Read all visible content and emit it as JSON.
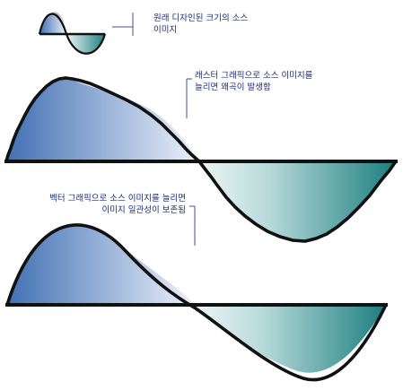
{
  "captions": {
    "original": {
      "line1": "원래 디자인된 크기의 소스",
      "line2": "이미지"
    },
    "raster": {
      "line1": "래스터 그래픽으로 소스 이미지를",
      "line2": "늘리면 왜곡이 발생함"
    },
    "vector": {
      "line1": "벡터 그래픽으로 소스 이미지를 늘리면",
      "line2": "이미지 일관성이 보존됨"
    }
  },
  "colors": {
    "caption_text": "#1c2a78",
    "leader_line": "#3d4f9a",
    "blue_dark": "#3f6fb1",
    "blue_light": "#e8eef8",
    "teal_dark": "#1e7f80",
    "teal_light": "#eaf3f3",
    "outline": "#111111"
  }
}
